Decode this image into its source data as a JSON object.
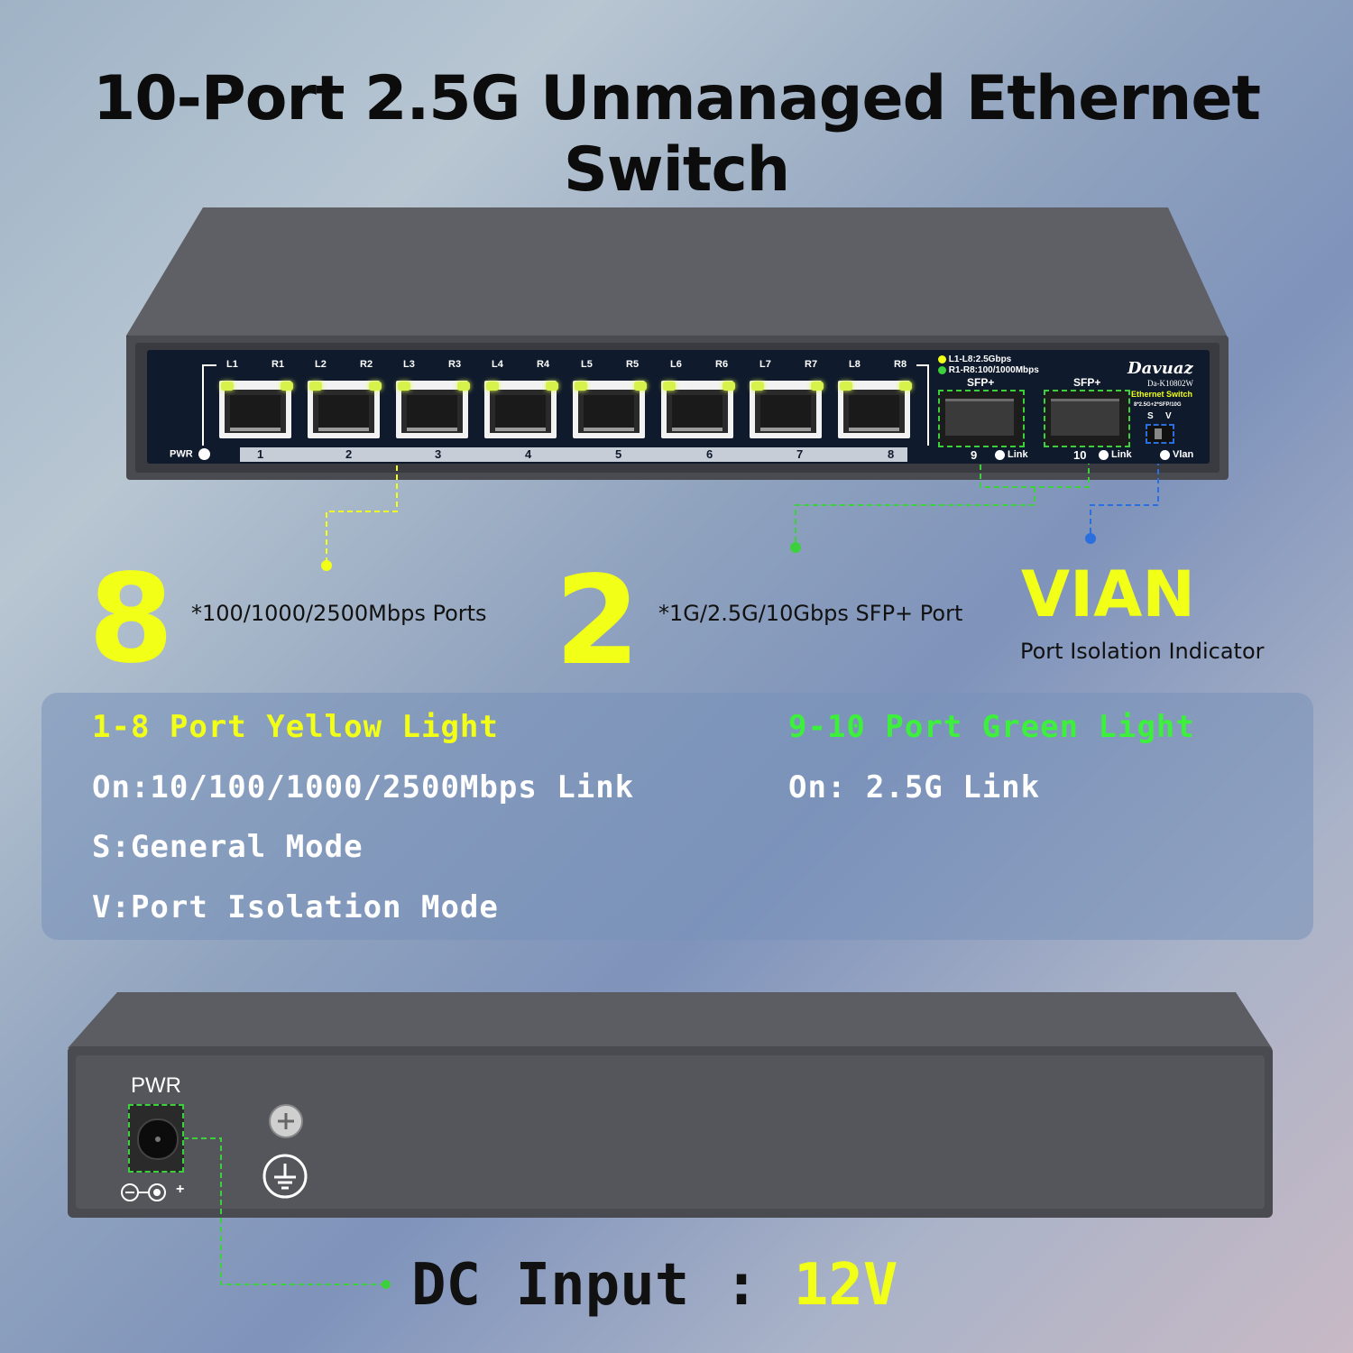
{
  "title": "10-Port 2.5G Unmanaged Ethernet Switch",
  "front_panel": {
    "port_top_labels": [
      "L1",
      "R1",
      "L2",
      "R2",
      "L3",
      "R3",
      "L4",
      "R4",
      "L5",
      "R5",
      "L6",
      "R6",
      "L7",
      "R7",
      "L8",
      "R8"
    ],
    "port_numbers": [
      "1",
      "2",
      "3",
      "4",
      "5",
      "6",
      "7",
      "8"
    ],
    "pwr_label": "PWR",
    "legend_l": "L1-L8:2.5Gbps",
    "legend_r": "R1-R8:100/1000Mbps",
    "sfp_label": "SFP+",
    "sfp_ports": [
      {
        "number": "9",
        "link": "Link"
      },
      {
        "number": "10",
        "link": "Link"
      }
    ],
    "brand": "Davuaz",
    "model": "Da-K10802W",
    "product": "Ethernet Switch",
    "spec": "8*2.5G+2*SFP/10G",
    "switch_s": "S",
    "switch_v": "V",
    "vlan_led": "Vlan"
  },
  "highlights": {
    "rj45_count": "8",
    "rj45_desc": "*100/1000/2500Mbps Ports",
    "sfp_count": "2",
    "sfp_desc": "*1G/2.5G/10Gbps SFP+ Port",
    "vlan_title": "VIAN",
    "vlan_desc": "Port Isolation Indicator"
  },
  "info": {
    "yellow_heading": "1-8 Port Yellow Light",
    "yellow_on": "On:10/100/1000/2500Mbps Link",
    "s_mode": "S:General Mode",
    "v_mode": "V:Port Isolation Mode",
    "green_heading": "9-10 Port Green Light",
    "green_on": "On: 2.5G Link"
  },
  "back_panel": {
    "pwr_label": "PWR",
    "polarity_plus": "+",
    "dc_label": "DC Input :",
    "dc_value": "12V"
  },
  "colors": {
    "yellow": "#f2ff16",
    "green": "#3cd13c",
    "blue": "#2a6fe0"
  }
}
